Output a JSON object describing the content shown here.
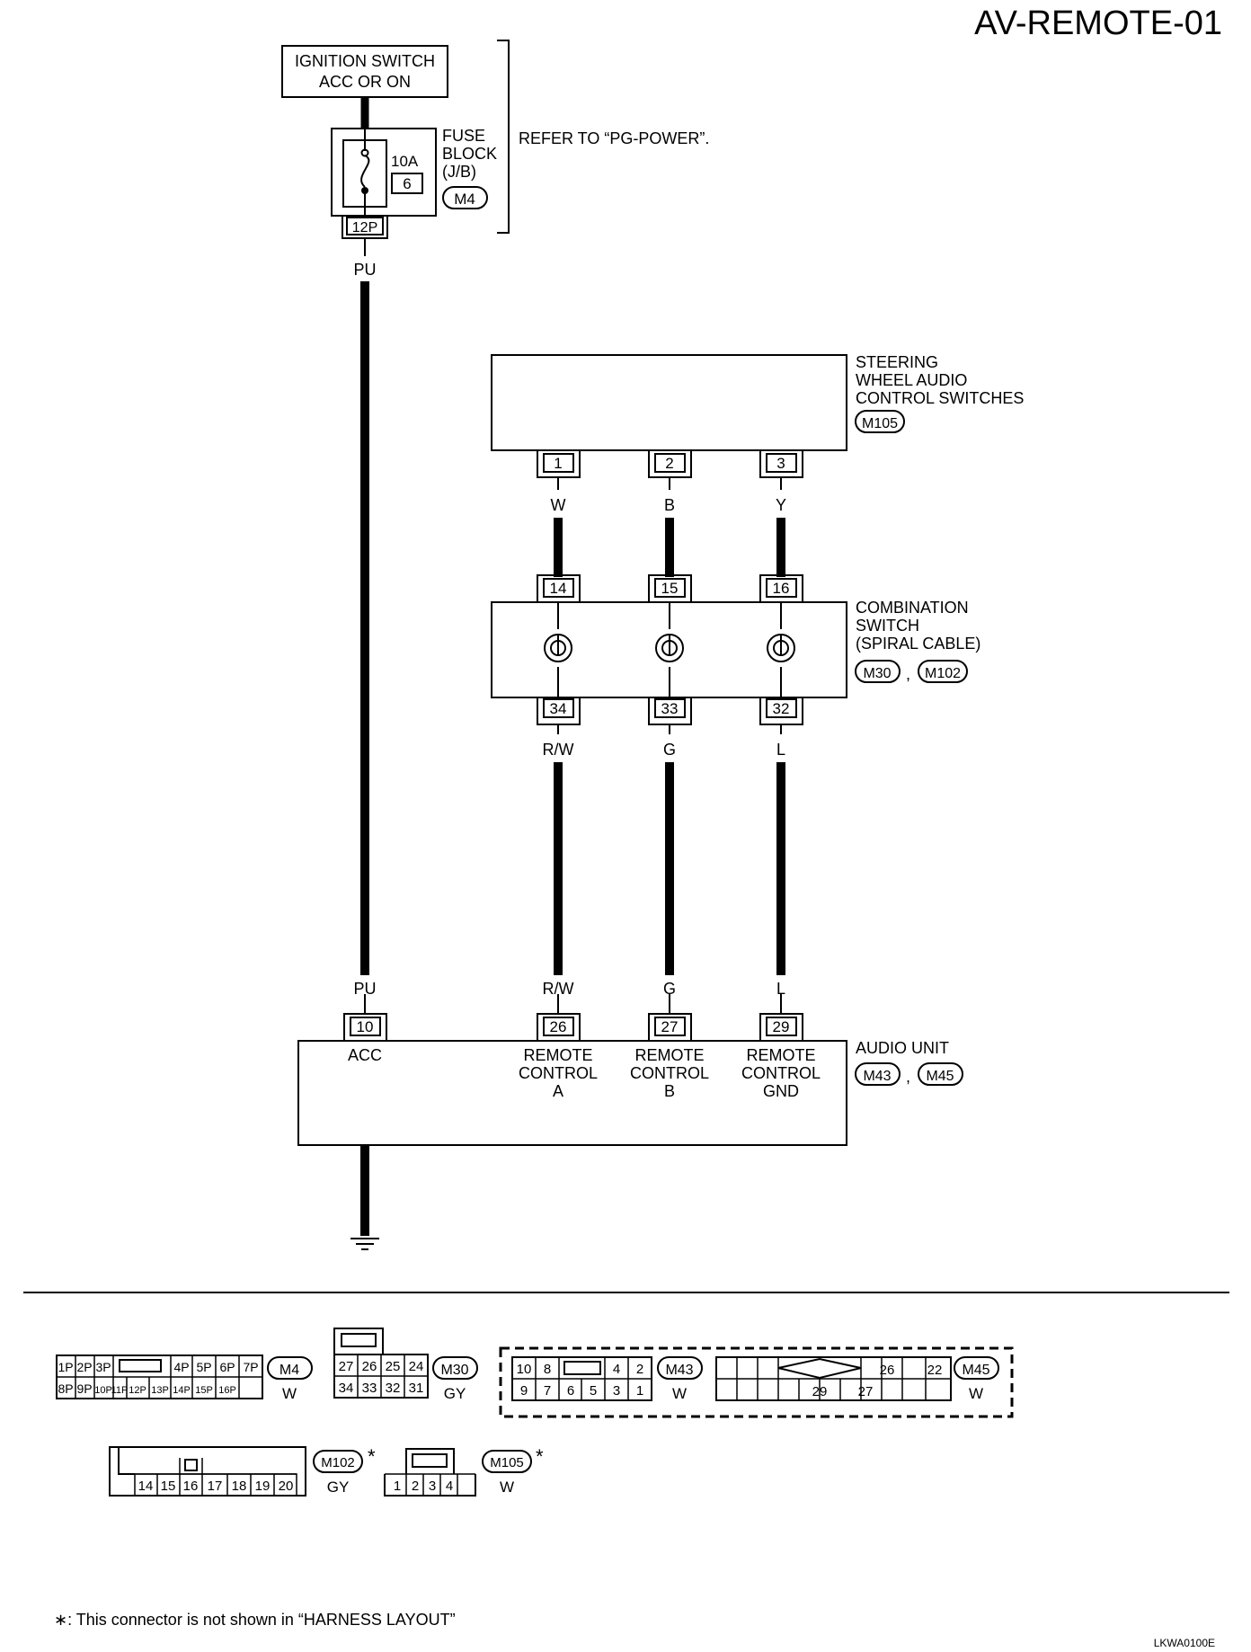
{
  "header": {
    "title": "AV-REMOTE-01"
  },
  "ignition": {
    "line1": "IGNITION SWITCH",
    "line2": "ACC OR ON"
  },
  "fuse": {
    "l1": "FUSE",
    "l2": "BLOCK",
    "l3": "(J/B)",
    "amp": "10A",
    "num": "6",
    "conn": "M4",
    "pin": "12P"
  },
  "refer": "REFER TO “PG-POWER”.",
  "steering": {
    "l1": "STEERING",
    "l2": "WHEEL AUDIO",
    "l3": "CONTROL SWITCHES",
    "conn": "M105",
    "pins": [
      "1",
      "2",
      "3"
    ],
    "wires": [
      "W",
      "B",
      "Y"
    ]
  },
  "combo": {
    "l1": "COMBINATION",
    "l2": "SWITCH",
    "l3": "(SPIRAL CABLE)",
    "conn1": "M30",
    "conn2": "M102",
    "sep": ",",
    "top_pins": [
      "14",
      "15",
      "16"
    ],
    "bottom_pins": [
      "34",
      "33",
      "32"
    ],
    "wires": [
      "R/W",
      "G",
      "L"
    ],
    "wires_lower": [
      "R/W",
      "G",
      "L"
    ]
  },
  "power_wire": "PU",
  "power_wire_lower": "PU",
  "audio": {
    "l1": "AUDIO UNIT",
    "conn1": "M43",
    "conn2": "M45",
    "sep": ",",
    "pins": [
      "10",
      "26",
      "27",
      "29"
    ],
    "labels": [
      [
        "ACC",
        "",
        ""
      ],
      [
        "REMOTE",
        "CONTROL",
        "A"
      ],
      [
        "REMOTE",
        "CONTROL",
        "B"
      ],
      [
        "REMOTE",
        "CONTROL",
        "GND"
      ]
    ]
  },
  "connectors": {
    "m4": {
      "id": "M4",
      "color": "W",
      "top": [
        "1P",
        "2P",
        "3P",
        "",
        "4P",
        "5P",
        "6P",
        "7P"
      ],
      "bottom": [
        "8P",
        "9P",
        "10P",
        "11P",
        "12P",
        "13P",
        "14P",
        "15P",
        "16P"
      ]
    },
    "m30": {
      "id": "M30",
      "color": "GY",
      "top": [
        "27",
        "26",
        "25",
        "24"
      ],
      "bottom": [
        "34",
        "33",
        "32",
        "31"
      ]
    },
    "m43": {
      "id": "M43",
      "color": "W",
      "top": [
        "10",
        "8",
        "",
        "4",
        "2"
      ],
      "bottom": [
        "9",
        "7",
        "6",
        "5",
        "3",
        "1"
      ]
    },
    "m45": {
      "id": "M45",
      "color": "W",
      "top": [
        "26",
        "22"
      ],
      "bottom": [
        "29",
        "27"
      ]
    },
    "m102": {
      "id": "M102",
      "color": "GY",
      "pins": [
        "14",
        "15",
        "16",
        "17",
        "18",
        "19",
        "20"
      ]
    },
    "m105": {
      "id": "M105",
      "color": "W",
      "pins": [
        "1",
        "2",
        "3",
        "4"
      ]
    },
    "star": "*"
  },
  "footnote": "∗: This connector is not shown in “HARNESS LAYOUT”",
  "code": "LKWA0100E"
}
